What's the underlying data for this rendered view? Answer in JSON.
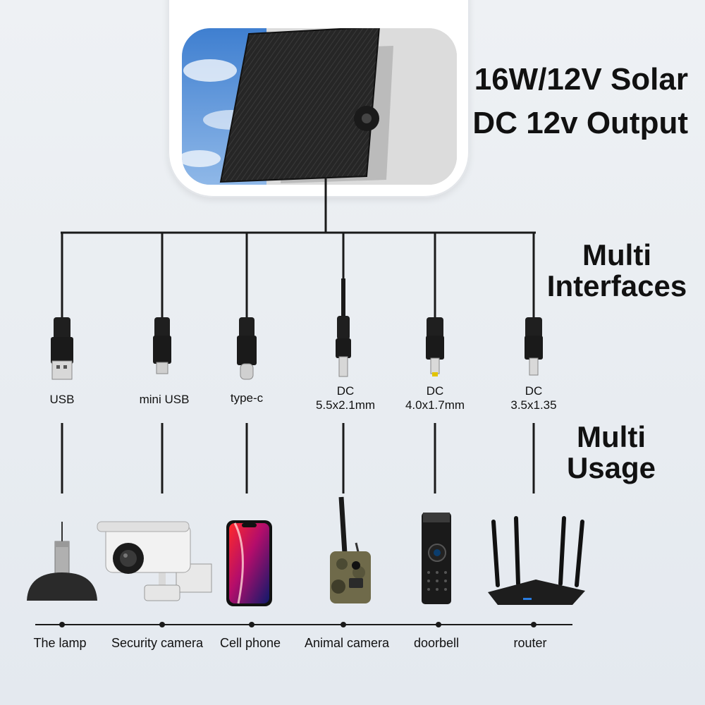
{
  "header": {
    "spec_line_1": "16W/12V Solar",
    "spec_line_2": "DC 12v Output"
  },
  "interfaces_heading": {
    "line1": "Multi",
    "line2": "Interfaces"
  },
  "usage_heading": {
    "line1": "Multi",
    "line2": "Usage"
  },
  "connectors": [
    {
      "label": "USB"
    },
    {
      "label": "mini USB"
    },
    {
      "label": "type-c"
    },
    {
      "label_line1": "DC",
      "label_line2": "5.5x2.1mm"
    },
    {
      "label_line1": "DC",
      "label_line2": "4.0x1.7mm"
    },
    {
      "label_line1": "DC",
      "label_line2": "3.5x1.35"
    }
  ],
  "devices": [
    {
      "label": "The lamp",
      "icon": "lamp-icon"
    },
    {
      "label": "Security camera",
      "icon": "security-camera-icon"
    },
    {
      "label": "Cell phone",
      "icon": "cell-phone-icon"
    },
    {
      "label": "Animal camera",
      "icon": "animal-camera-icon"
    },
    {
      "label": "doorbell",
      "icon": "doorbell-icon"
    },
    {
      "label": "router",
      "icon": "router-icon"
    }
  ],
  "colors": {
    "wire": "#1a1a1a",
    "panel_cells": "#2b2b2b",
    "sky": "#5b8fd4",
    "background": "#e8ecf1"
  }
}
